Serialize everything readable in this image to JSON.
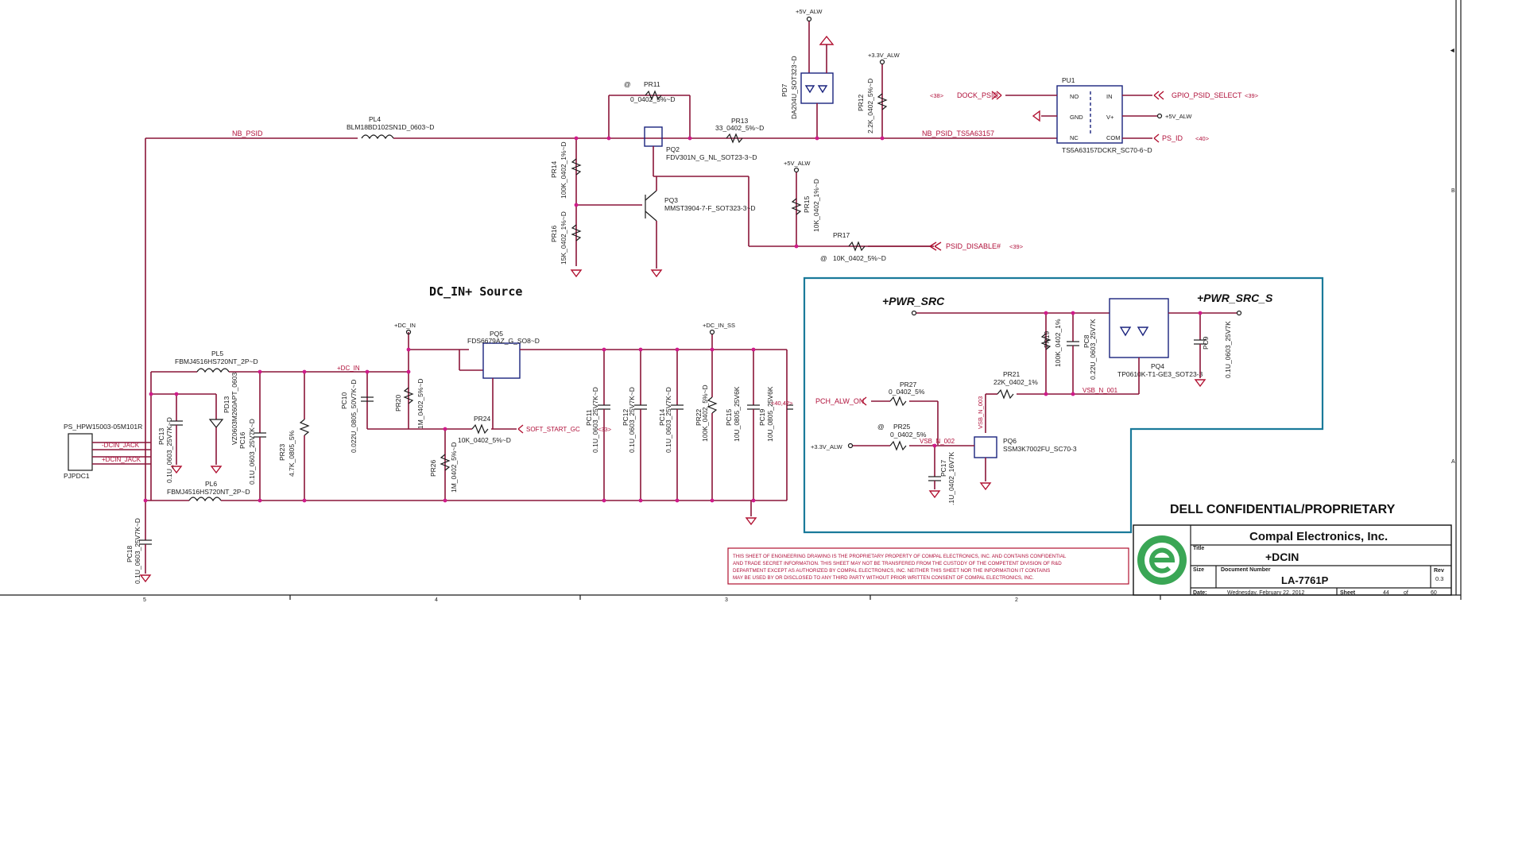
{
  "title_block": {
    "confidential": "DELL CONFIDENTIAL/PROPRIETARY",
    "company": "Compal Electronics, Inc.",
    "title_label": "Title",
    "title": "+DCIN",
    "size_label": "Size",
    "doc_number_label": "Document Number",
    "doc_number": "LA-7761P",
    "rev_label": "Rev",
    "rev": "0.3",
    "date_label": "Date:",
    "date": "Wednesday, February 22, 2012",
    "sheet_label": "Sheet",
    "sheet": "44",
    "of_label": "of",
    "total": "60"
  },
  "disclaimer": [
    "THIS SHEET OF ENGINEERING DRAWING IS THE PROPRIETARY PROPERTY OF COMPAL ELECTRONICS, INC. AND CONTAINS CONFIDENTIAL",
    "AND TRADE SECRET INFORMATION. THIS SHEET MAY NOT BE TRANSFERED FROM THE CUSTODY OF THE COMPETENT DIVISION OF R&D",
    "DEPARTMENT EXCEPT AS AUTHORIZED BY COMPAL ELECTRONICS, INC. NEITHER THIS SHEET NOR THE INFORMATION IT CONTAINS",
    "MAY BE USED BY OR DISCLOSED TO ANY THIRD PARTY WITHOUT PRIOR WRITTEN CONSENT OF COMPAL ELECTRONICS, INC."
  ],
  "section_title": "DC_IN+ Source",
  "pwr_src": "+PWR_SRC",
  "pwr_src_s": "+PWR_SRC_S",
  "rails": {
    "v5_alw": "+5V_ALW",
    "v33_alw": "+3.3V_ALW",
    "dc_in": "+DC_IN",
    "dc_in_ss": "+DC_IN_SS"
  },
  "nets": {
    "nb_psid": "NB_PSID",
    "nb_psid_ts": "NB_PSID_TS5A63157",
    "dock_psid": "DOCK_PSID",
    "gpio_psid": "GPIO_PSID_SELECT",
    "ps_id": "PS_ID",
    "psid_disable": "PSID_DISABLE#",
    "soft_start": "SOFT_START_GC",
    "pch_alw_on": "PCH_ALW_ON",
    "vsb_n_001": "VSB_N_001",
    "vsb_n_002": "VSB_N_002",
    "vsb_n_003": "VSB_N_003",
    "dcin_jack_n": "-DCIN_JACK",
    "dcin_jack_p": "+DCIN_JACK",
    "dc_in_net": "+DC_IN"
  },
  "refs": {
    "r38": "<38>",
    "r39": "<39>",
    "r40": "<40>",
    "r39b": "<39>",
    "r33": "<33>",
    "r40_42": "<40,42>"
  },
  "parts": {
    "pl4": [
      "PL4",
      "BLM18BD102SN1D_0603~D"
    ],
    "pr11": [
      "PR11",
      "0_0402_5%~D"
    ],
    "pq2": [
      "PQ2",
      "FDV301N_G_NL_SOT23-3~D"
    ],
    "pr13": [
      "PR13",
      "33_0402_5%~D"
    ],
    "pq3": [
      "PQ3",
      "MMST3904-7-F_SOT323-3~D"
    ],
    "pr14": [
      "PR14",
      "100K_0402_1%~D"
    ],
    "pr16": [
      "PR16",
      "15K_0402_1%~D"
    ],
    "pd7": [
      "PD7",
      "DA204U_SOT323~D"
    ],
    "pr12": [
      "PR12",
      "2.2K_0402_5%~D"
    ],
    "pr15": [
      "PR15",
      "10K_0402_1%~D"
    ],
    "pr17": [
      "PR17",
      "10K_0402_5%~D"
    ],
    "pu1": [
      "PU1",
      "TS5A63157DCKR_SC70-6~D"
    ],
    "pu1_pins": [
      "NO",
      "GND",
      "NC",
      "IN",
      "V+",
      "COM"
    ],
    "pl5": [
      "PL5",
      "FBMJ4516HS720NT_2P~D"
    ],
    "pl6": [
      "PL6",
      "FBMJ4516HS720NT_2P~D"
    ],
    "pd13": [
      "PD13",
      "VZ0603M260APT_0603"
    ],
    "pc13": [
      "PC13",
      "0.1U_0603_25V7K~D"
    ],
    "pc16": [
      "PC16",
      "0.1U_0603_25V7K~D"
    ],
    "pr23": [
      "PR23",
      "4.7K_0805_5%"
    ],
    "pc10": [
      "PC10",
      "0.022U_0805_50V7K~D"
    ],
    "pr20": [
      "PR20",
      "1M_0402_5%~D"
    ],
    "pq5": [
      "PQ5",
      "FDS6679AZ_G_SO8~D"
    ],
    "pr24": [
      "PR24",
      "10K_0402_5%~D"
    ],
    "pr26": [
      "PR26",
      "1M_0402_5%~D"
    ],
    "pc11": [
      "PC11",
      "0.1U_0603_25V7K~D"
    ],
    "pc12": [
      "PC12",
      "0.1U_0603_25V7K~D"
    ],
    "pc14": [
      "PC14",
      "0.1U_0603_25V7K~D"
    ],
    "pr22": [
      "PR22",
      "100K_0402_5%~D"
    ],
    "pc15": [
      "PC15",
      "10U_0805_25V6K"
    ],
    "pc19": [
      "PC19",
      "10U_0805_25V6K"
    ],
    "pc18": [
      "PC18",
      "0.1U_0603_25V7K~D"
    ],
    "connector": [
      "PS_HPW15003-05M101R",
      "PJPDC1"
    ],
    "pr27": [
      "PR27",
      "0_0402_5%"
    ],
    "pr25": [
      "PR25",
      "0_0402_5%"
    ],
    "pc17": [
      "PC17",
      ".1U_0402_16V7K"
    ],
    "pq6": [
      "PQ6",
      "SSM3K7002FU_SC70-3"
    ],
    "pr21": [
      "PR21",
      "22K_0402_1%"
    ],
    "pr19": [
      "PR19",
      "100K_0402_1%"
    ],
    "pc8": [
      "PC8",
      "0.22U_0603_25V7K"
    ],
    "pq4": [
      "PQ4",
      "TP0610K-T1-GE3_SOT23-3"
    ],
    "pc9": [
      "PC9",
      "0.1U_0603_25V7K"
    ]
  },
  "ruler": [
    "5",
    "4",
    "3",
    "2"
  ],
  "side_letters": [
    "B",
    "A"
  ],
  "colors": {
    "wire": "#8a1538",
    "net_label": "#b0103a",
    "junction": "#d01a8a",
    "box": "#1a7a9a",
    "logo": "#3aa655"
  }
}
